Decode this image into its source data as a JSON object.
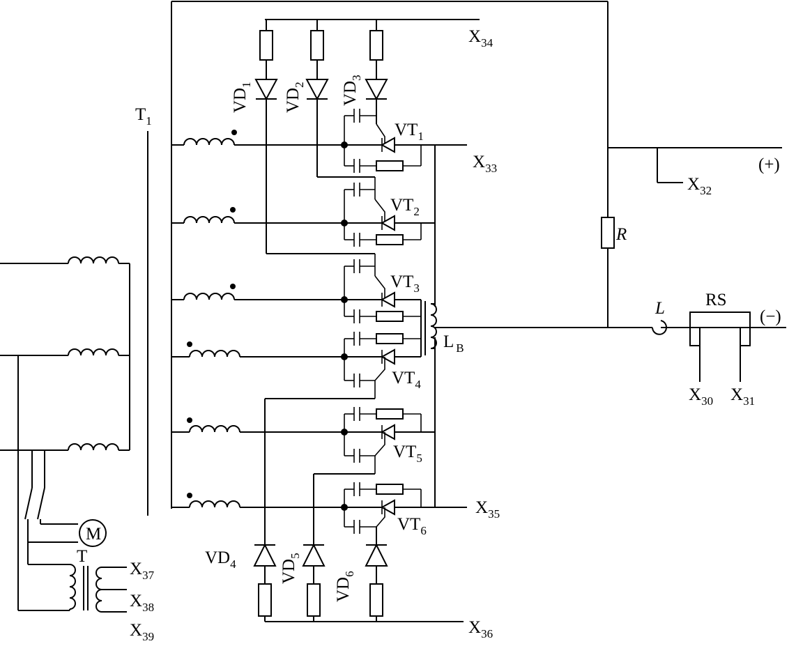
{
  "labels": {
    "T1": "T",
    "T1_sub": "1",
    "X34": "X",
    "X34_sub": "34",
    "X33": "X",
    "X33_sub": "33",
    "X32": "X",
    "X32_sub": "32",
    "X35": "X",
    "X35_sub": "35",
    "X36": "X",
    "X36_sub": "36",
    "X30": "X",
    "X30_sub": "30",
    "X31": "X",
    "X31_sub": "31",
    "X37": "X",
    "X37_sub": "37",
    "X38": "X",
    "X38_sub": "38",
    "X39": "X",
    "X39_sub": "39",
    "VD1": "VD",
    "VD1_sub": "1",
    "VD2": "VD",
    "VD2_sub": "2",
    "VD3": "VD",
    "VD3_sub": "3",
    "VD4": "VD",
    "VD4_sub": "4",
    "VD5": "VD",
    "VD5_sub": "5",
    "VD6": "VD",
    "VD6_sub": "6",
    "VT1": "VT",
    "VT1_sub": "1",
    "VT2": "VT",
    "VT2_sub": "2",
    "VT3": "VT",
    "VT3_sub": "3",
    "VT4": "VT",
    "VT4_sub": "4",
    "VT5": "VT",
    "VT5_sub": "5",
    "VT6": "VT",
    "VT6_sub": "6",
    "LB": "L",
    "LB_sub": "B",
    "R": "R",
    "L": "L",
    "RS": "RS",
    "plus": "(+)",
    "minus": "(−)",
    "M": "M",
    "T": "T"
  }
}
